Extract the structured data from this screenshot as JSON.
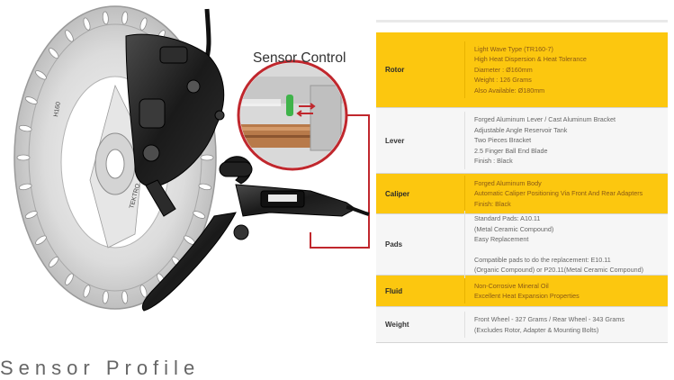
{
  "annotation": {
    "sensor_label": "Sensor Control"
  },
  "rotor_print": {
    "model": "TEKTRO",
    "code": "H160"
  },
  "spec_table": {
    "rows": [
      {
        "label": "Rotor",
        "highlight": true,
        "lines": [
          "Light Wave Type (TR160-7)",
          "High Heat Dispersion & Heat Tolerance",
          "Diameter : Ø160mm",
          "Weight : 126 Grams",
          "Also Available: Ø180mm"
        ]
      },
      {
        "label": "Lever",
        "highlight": false,
        "lines": [
          "Forged Aluminum Lever / Cast Aluminum Bracket",
          "Adjustable Angle Reservoir Tank",
          "Two Pieces Bracket",
          "2.5 Finger Ball End Blade",
          "Finish : Black"
        ]
      },
      {
        "label": "Caliper",
        "highlight": true,
        "lines": [
          "Forged Aluminum Body",
          "Automatic Caliper Positioning Via Front And Rear Adapters",
          "Finish: Black"
        ]
      },
      {
        "label": "Pads",
        "highlight": false,
        "lines": [
          "Standard Pads: A10.11",
          "(Metal Ceramic Compound)",
          "Easy Replacement",
          "",
          "Compatible pads to do the replacement: E10.11",
          "(Organic Compound) or P20.11(Metal Ceramic Compound)"
        ]
      },
      {
        "label": "Fluid",
        "highlight": true,
        "lines": [
          "Non-Corrosive Mineral Oil",
          "Excellent Heat Expansion Properties"
        ]
      },
      {
        "label": "Weight",
        "highlight": false,
        "lines": [
          "Front Wheel - 327 Grams / Rear Wheel - 343 Grams",
          "(Excludes Rotor, Adapter & Mounting Bolts)"
        ]
      }
    ]
  },
  "colors": {
    "highlight": "#fcc70f",
    "plain_row": "#f6f6f6",
    "connector": "#c0272d"
  }
}
